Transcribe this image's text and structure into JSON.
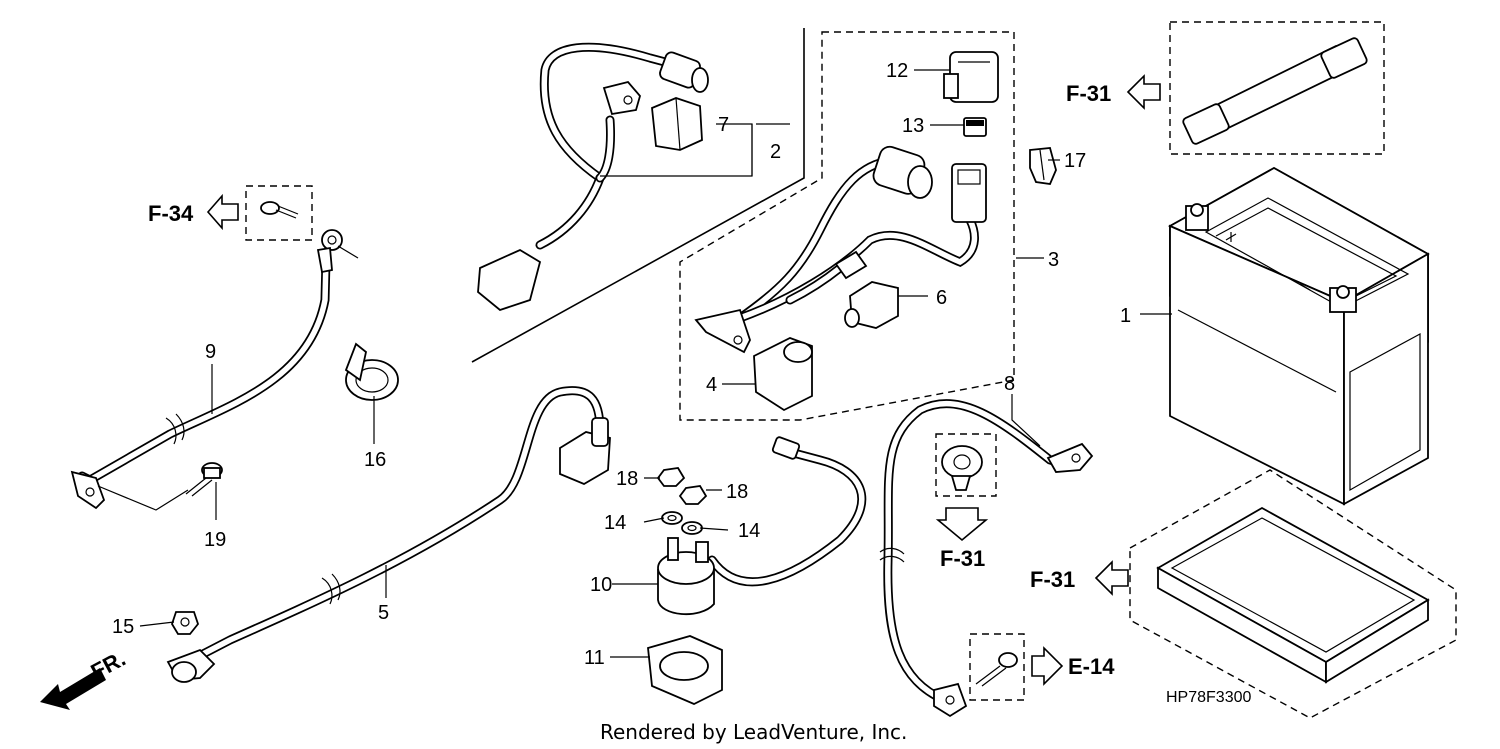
{
  "parts": [
    {
      "number": "1"
    },
    {
      "number": "2"
    },
    {
      "number": "3"
    },
    {
      "number": "4"
    },
    {
      "number": "5"
    },
    {
      "number": "6"
    },
    {
      "number": "7"
    },
    {
      "number": "8"
    },
    {
      "number": "9"
    },
    {
      "number": "10"
    },
    {
      "number": "11"
    },
    {
      "number": "12"
    },
    {
      "number": "13"
    },
    {
      "number": "14"
    },
    {
      "number": "15"
    },
    {
      "number": "16"
    },
    {
      "number": "17"
    },
    {
      "number": "18"
    },
    {
      "number": "19"
    }
  ],
  "references": {
    "f34": "F-34",
    "f31": "F-31",
    "e14": "E-14"
  },
  "diagram_code": "HP78F3300",
  "direction_label": "FR.",
  "credit": "Rendered by LeadVenture, Inc."
}
